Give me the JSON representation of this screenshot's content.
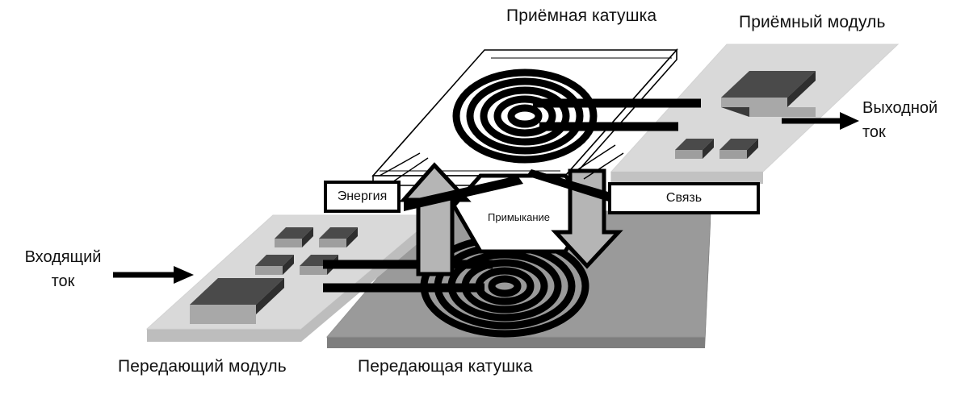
{
  "diagram": {
    "title_text_language": "ru",
    "labels": {
      "receiving_coil": "Приёмная катушка",
      "receiving_module": "Приёмный модуль",
      "transmitting_module": "Передающий модуль",
      "transmitting_coil": "Передающая катушка",
      "input_current_line1": "Входящий",
      "input_current_line2": "ток",
      "output_current_line1": "Выходной",
      "output_current_line2": "ток",
      "energy_box": "Энергия",
      "link_box": "Связь",
      "coupling_hex": "Примыкание"
    },
    "colors": {
      "board_light": "#d9d9d9",
      "board_light_edge": "#b3b3b3",
      "board_light_side": "#bdbdbd",
      "board_dark": "#9a9a9a",
      "board_dark_side": "#7e7e7e",
      "chip_top": "#4a4a4a",
      "chip_front": "#333333",
      "chip_base": "#a8a8a8",
      "arrow_fill": "#b5b5b5",
      "coil_stroke": "#000000",
      "outline": "#000000",
      "plate_fill": "#ffffff",
      "text": "#111111"
    },
    "geometry": {
      "receiving_coil_turns": 5,
      "transmitting_coil_turns": 6,
      "receiving_module_chips_large": 1,
      "receiving_module_chips_small": 2,
      "transmitting_module_chips_large": 1,
      "transmitting_module_chips_small": 4,
      "coil_leads_per_coil": 2,
      "block_arrows": 2,
      "block_arrow_up_direction": "up",
      "block_arrow_down_direction": "down"
    }
  }
}
